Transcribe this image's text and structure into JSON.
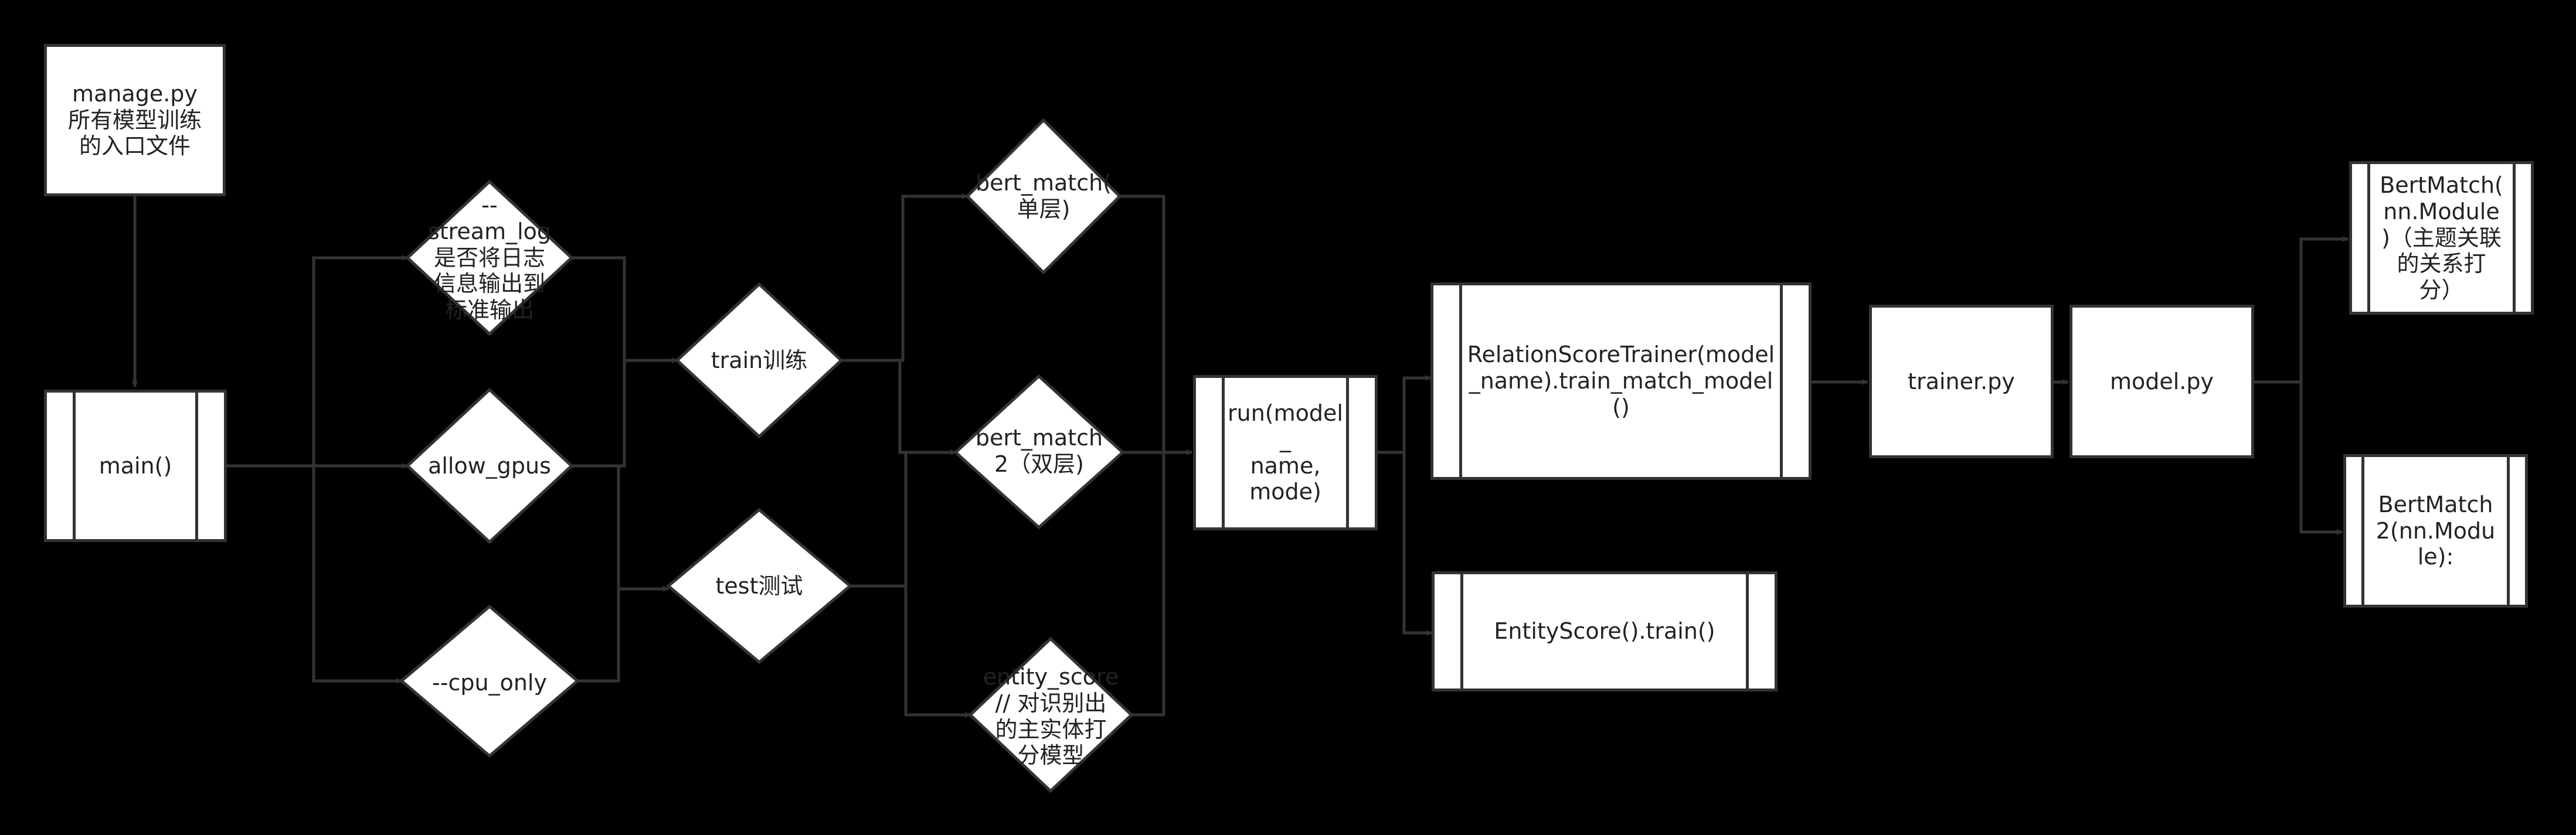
{
  "nodes": {
    "manage": "manage.py\n所有模型训练\n的入口文件",
    "main": "main()",
    "stream_log": "--\nstream_log\n是否将日志\n信息输出到\n标准输出",
    "allow_gpus": "allow_gpus",
    "cpu_only": "--cpu_only",
    "train": "train训练",
    "test": "test测试",
    "bert_match": "bert_match(\n单层)",
    "bert_match2": "bert_match\n2（双层)",
    "entity_score": "entity_score\n// 对识别出\n的主实体打\n分模型",
    "run": "run(model_\nname,\nmode)",
    "relation_trainer": "RelationScoreTrainer(model\n_name).train_match_model()",
    "entity_score_train": "EntityScore().train()",
    "trainer_py": "trainer.py",
    "model_py": "model.py",
    "bertmatch_cls": "BertMatch(\nnn.Module\n)（主题关联\n的关系打\n分）",
    "bertmatch2_cls": "BertMatch\n2(nn.Modu\nle):"
  },
  "colors": {
    "background": "#000000",
    "node_fill": "#ffffff",
    "stroke": "#333333",
    "text": "#222222"
  }
}
